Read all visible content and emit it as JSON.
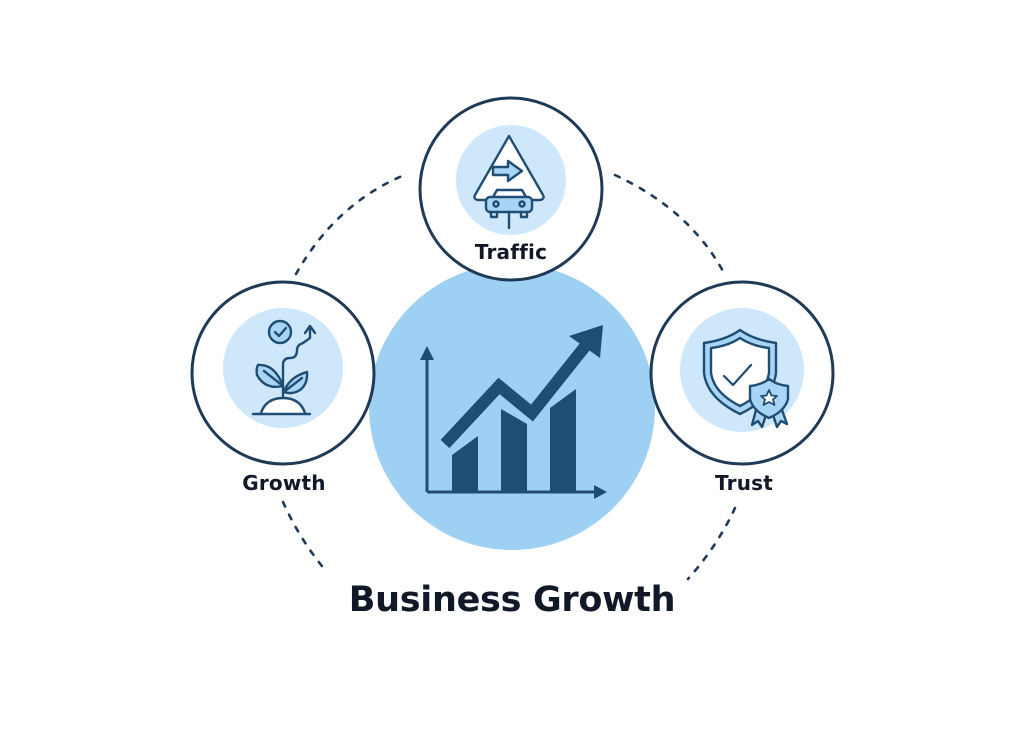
{
  "diagram": {
    "title": "Business Growth",
    "colors": {
      "background": "#ffffff",
      "outline": "#1e3a56",
      "hub_fill": "#9dd0f3",
      "badge_fill": "#cfe7fa",
      "icon_fill_light": "#a9d5f5",
      "icon_stroke": "#1f4d73",
      "text": "#111827"
    },
    "hub": {
      "name": "Business Growth",
      "icon": "bar-chart-trend-up-icon"
    },
    "nodes": [
      {
        "id": "traffic",
        "label": "Traffic",
        "icon": "road-sign-car-icon",
        "position": "top"
      },
      {
        "id": "growth",
        "label": "Growth",
        "icon": "plant-sprout-check-icon",
        "position": "left"
      },
      {
        "id": "trust",
        "label": "Trust",
        "icon": "shield-badge-check-icon",
        "position": "right"
      }
    ],
    "connectors": {
      "style": "dashed-arc",
      "count": 4
    }
  }
}
